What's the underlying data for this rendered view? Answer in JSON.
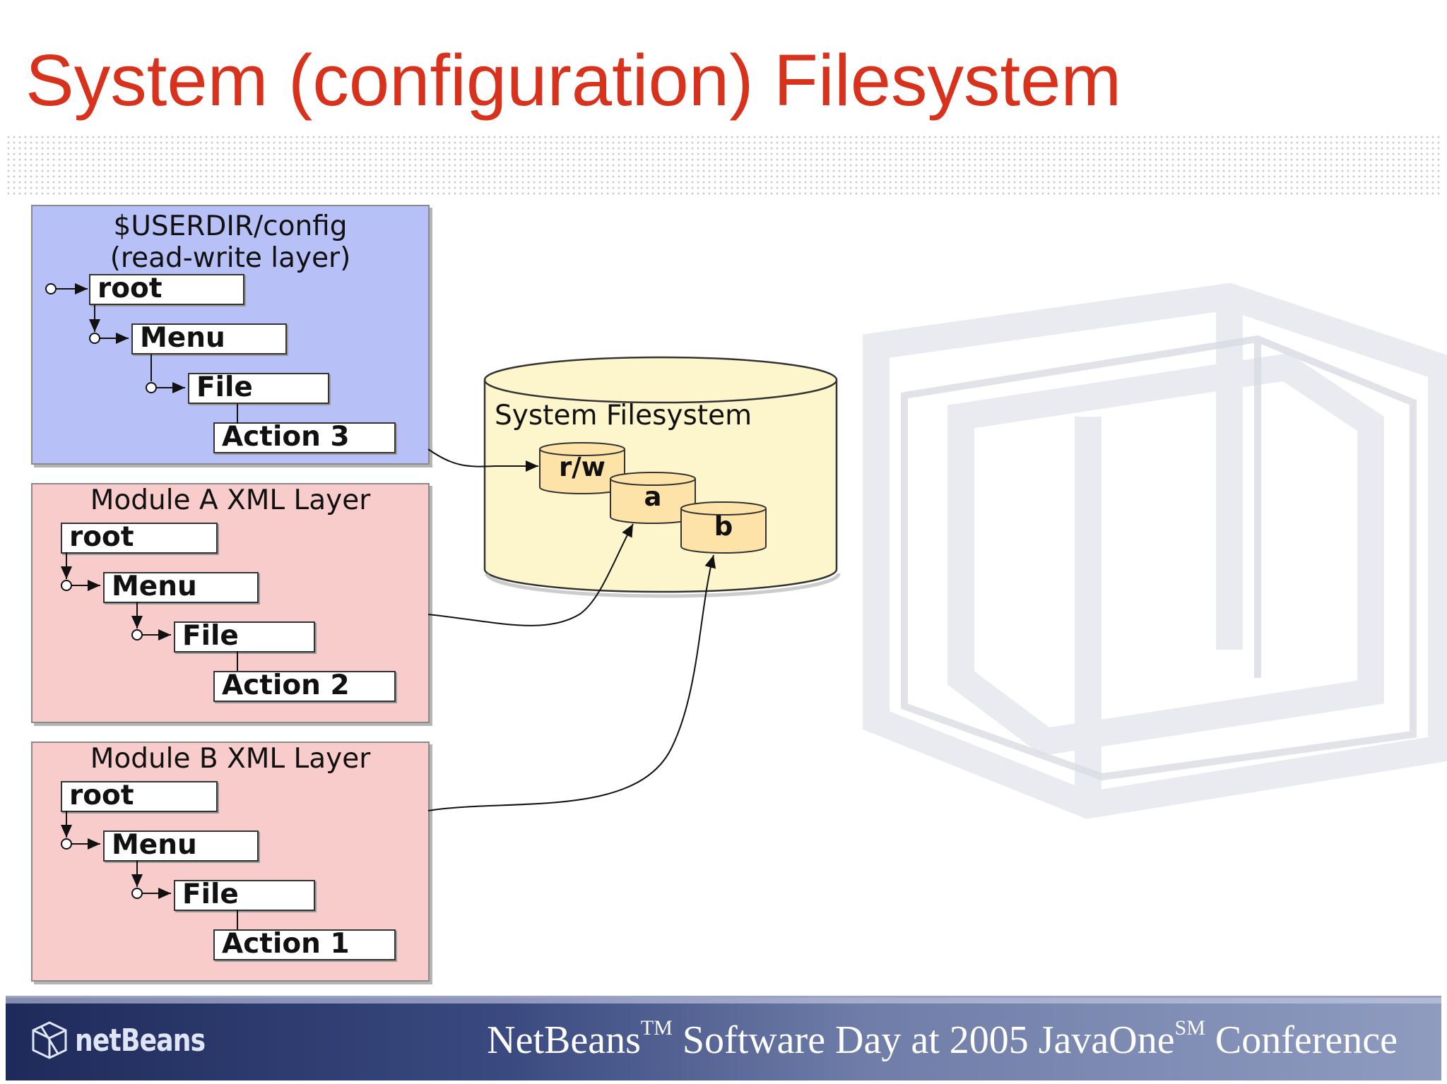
{
  "slide": {
    "title": "System (configuration) Filesystem"
  },
  "layers": {
    "userdir": {
      "title_line1": "$USERDIR/config",
      "title_line2": "(read-write layer)",
      "nodes": [
        "root",
        "Menu",
        "File",
        "Action 3"
      ]
    },
    "module_a": {
      "title": "Module A XML Layer",
      "nodes": [
        "root",
        "Menu",
        "File",
        "Action 2"
      ]
    },
    "module_b": {
      "title": "Module B XML Layer",
      "nodes": [
        "root",
        "Menu",
        "File",
        "Action 1"
      ]
    }
  },
  "system_filesystem": {
    "label": "System Filesystem",
    "stack": [
      "r/w",
      "a",
      "b"
    ]
  },
  "footer": {
    "logo": "netBeans",
    "text_netbeans": "NetBeans",
    "tm": "TM",
    "text_middle": " Software Day at 2005 JavaOne",
    "sm": "SM",
    "text_end": " Conference"
  },
  "colors": {
    "title": "#d8311c",
    "read_write_layer": "#b7c1f7",
    "module_layer": "#f8cccb",
    "filesystem": "#fdf5cc",
    "footer": "#3a4a80"
  }
}
